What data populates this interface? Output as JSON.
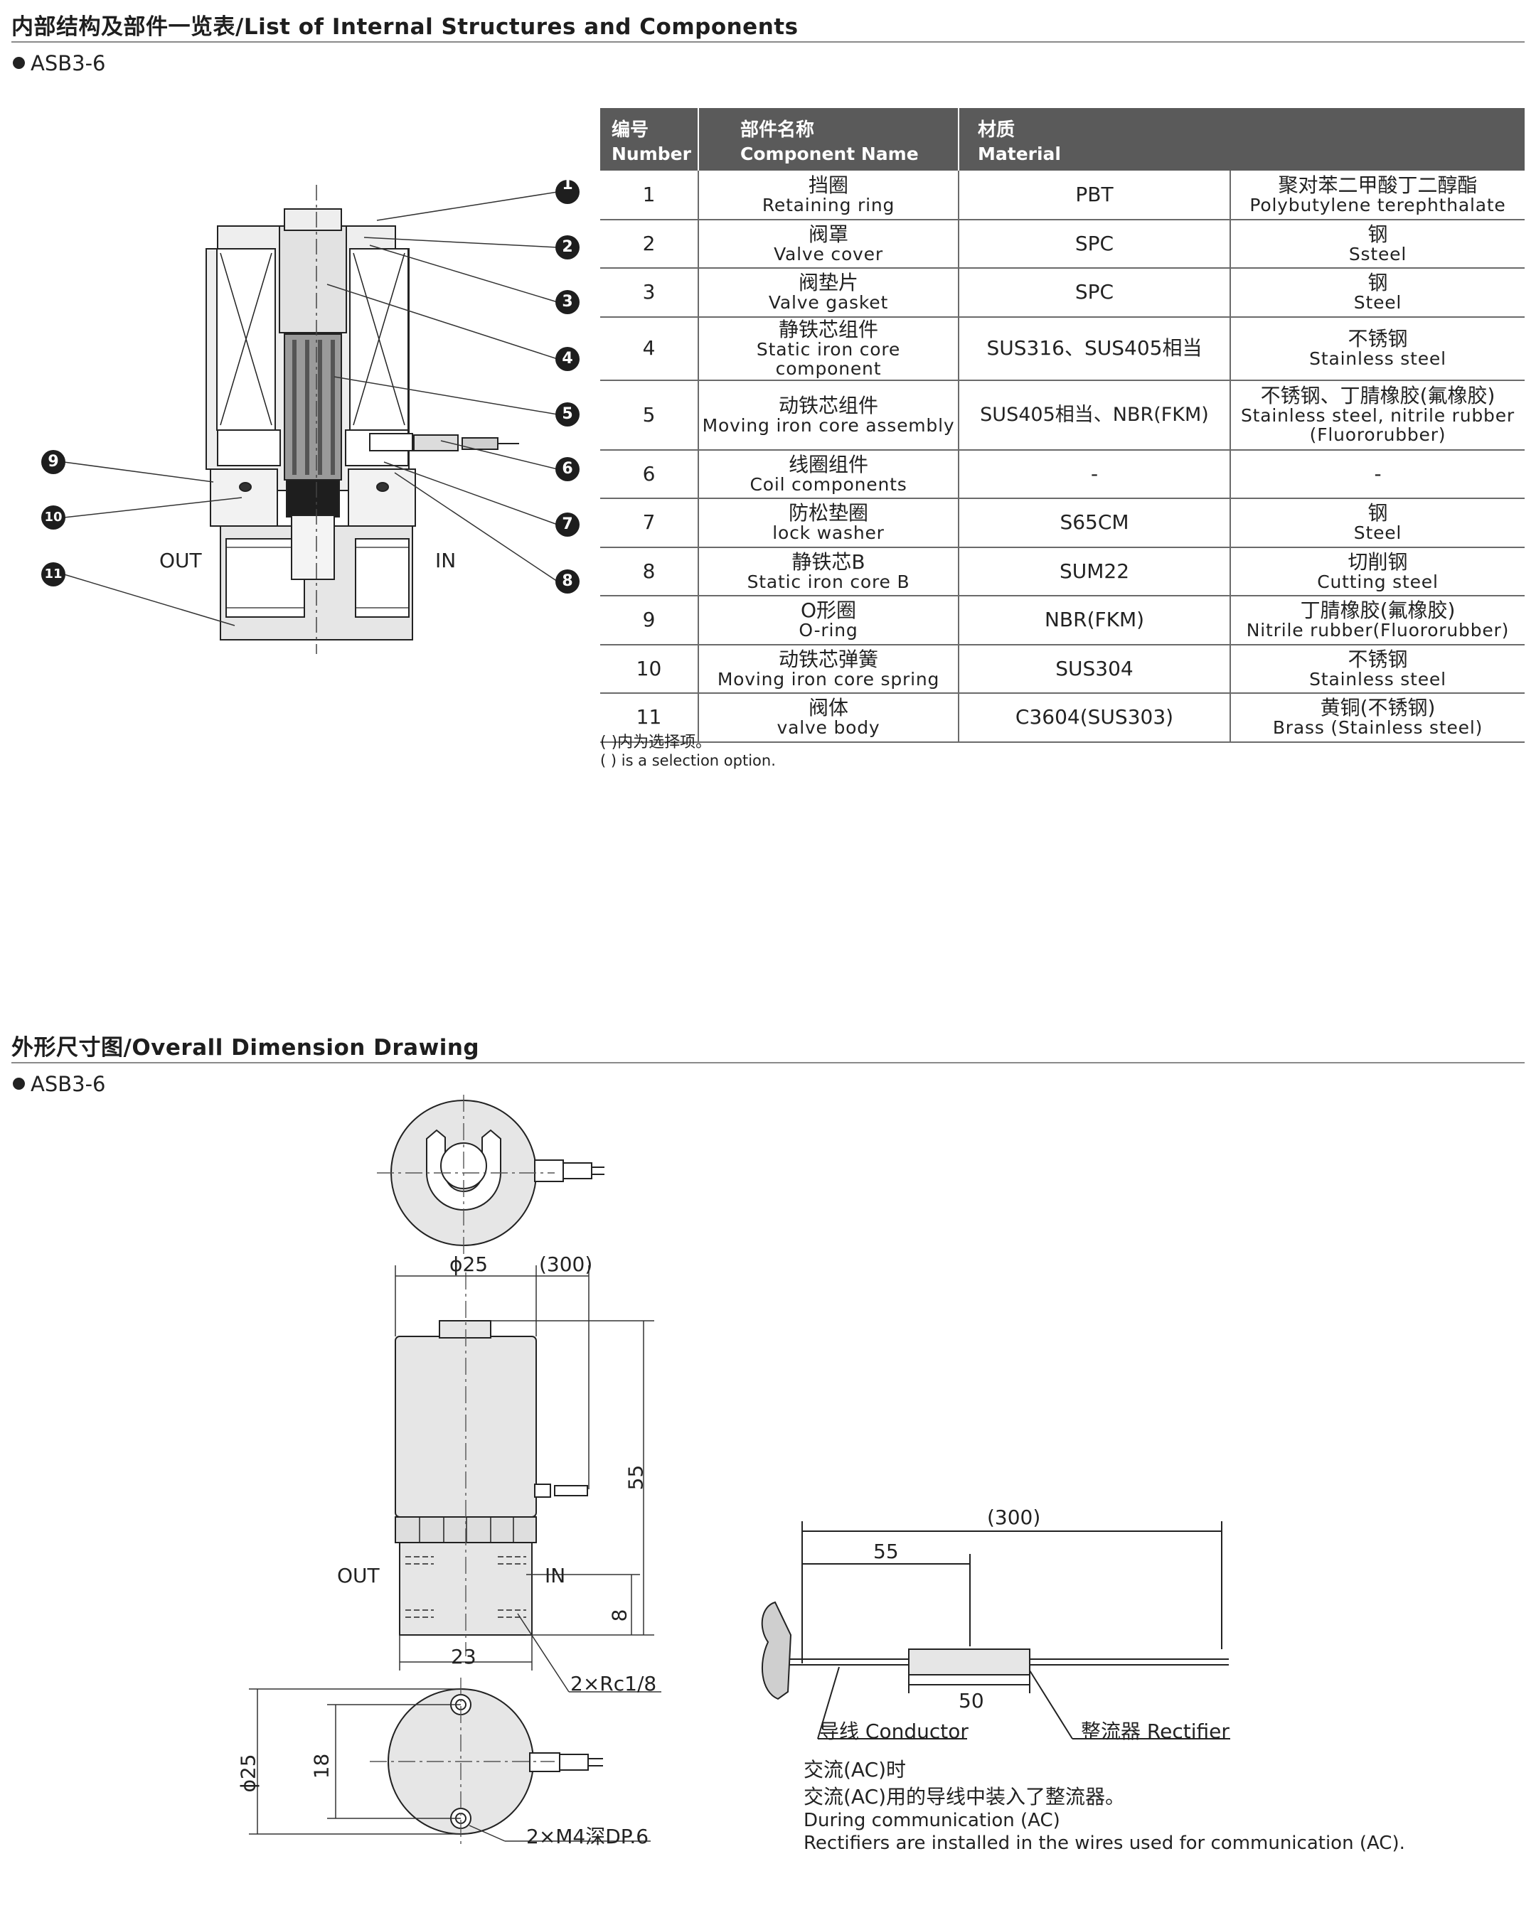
{
  "section1": {
    "title": "内部结构及部件一览表/List of Internal Structures and Components",
    "model": "ASB3-6"
  },
  "section2": {
    "title": "外形尺寸图/Overall Dimension Drawing",
    "model": "ASB3-6"
  },
  "cross_section": {
    "callouts": [
      "1",
      "2",
      "3",
      "4",
      "5",
      "6",
      "7",
      "8",
      "9",
      "10",
      "11"
    ],
    "out_label": "OUT",
    "in_label": "IN"
  },
  "table": {
    "headers": [
      {
        "zh": "编号",
        "en": "Number"
      },
      {
        "zh": "部件名称",
        "en": "Component Name"
      },
      {
        "zh": "材质",
        "en": "Material"
      }
    ],
    "rows": [
      {
        "no": "1",
        "name_zh": "挡圈",
        "name_en": "Retaining ring",
        "material": "PBT",
        "mat_zh": "聚对苯二甲酸丁二醇酯",
        "mat_en": "Polybutylene terephthalate"
      },
      {
        "no": "2",
        "name_zh": "阀罩",
        "name_en": "Valve cover",
        "material": "SPC",
        "mat_zh": "钢",
        "mat_en": "Ssteel"
      },
      {
        "no": "3",
        "name_zh": "阀垫片",
        "name_en": "Valve gasket",
        "material": "SPC",
        "mat_zh": "钢",
        "mat_en": "Steel"
      },
      {
        "no": "4",
        "name_zh": "静铁芯组件",
        "name_en": "Static iron core component",
        "material": "SUS316、SUS405相当",
        "mat_zh": "不锈钢",
        "mat_en": "Stainless steel"
      },
      {
        "no": "5",
        "name_zh": "动铁芯组件",
        "name_en": "Moving iron core assembly",
        "material": "SUS405相当、NBR(FKM)",
        "mat_zh": "不锈钢、丁腈橡胶(氟橡胶)",
        "mat_en": "Stainless steel, nitrile rubber",
        "mat_en2": "(Fluororubber)"
      },
      {
        "no": "6",
        "name_zh": "线圈组件",
        "name_en": "Coil components",
        "material": "-",
        "mat_zh": "-",
        "mat_en": ""
      },
      {
        "no": "7",
        "name_zh": "防松垫圈",
        "name_en": "lock washer",
        "material": "S65CM",
        "mat_zh": "钢",
        "mat_en": "Steel"
      },
      {
        "no": "8",
        "name_zh": "静铁芯B",
        "name_en": "Static iron core B",
        "material": "SUM22",
        "mat_zh": "切削钢",
        "mat_en": "Cutting steel"
      },
      {
        "no": "9",
        "name_zh": "O形圈",
        "name_en": "O-ring",
        "material": "NBR(FKM)",
        "mat_zh": "丁腈橡胶(氟橡胶)",
        "mat_en": "Nitrile rubber(Fluororubber)"
      },
      {
        "no": "10",
        "name_zh": "动铁芯弹簧",
        "name_en": "Moving iron core spring",
        "material": "SUS304",
        "mat_zh": "不锈钢",
        "mat_en": "Stainless steel"
      },
      {
        "no": "11",
        "name_zh": "阀体",
        "name_en": "valve body",
        "material": "C3604(SUS303)",
        "mat_zh": "黄铜(不锈钢)",
        "mat_en": "Brass (Stainless steel)"
      }
    ],
    "note_zh": "( )内为选择项。",
    "note_en": "( ) is a selection option."
  },
  "dimensions": {
    "phi25_top": "ϕ25",
    "lead_300": "(300)",
    "height_55": "55",
    "out_label": "OUT",
    "in_label": "IN",
    "dim_8": "8",
    "width_23": "23",
    "port": "2×Rc1/8",
    "phi25_side": "ϕ25",
    "dim_18": "18",
    "mount": "2×M4深DP.6"
  },
  "rectifier": {
    "lead_300": "(300)",
    "dim_55": "55",
    "dim_50": "50",
    "conductor": "导线 Conductor",
    "rectifier_label": "整流器 Rectifier",
    "note_zh1": "交流(AC)时",
    "note_zh2": "交流(AC)用的导线中装入了整流器。",
    "note_en1": "During communication (AC)",
    "note_en2": "Rectifiers are installed in the wires used for communication (AC)."
  }
}
